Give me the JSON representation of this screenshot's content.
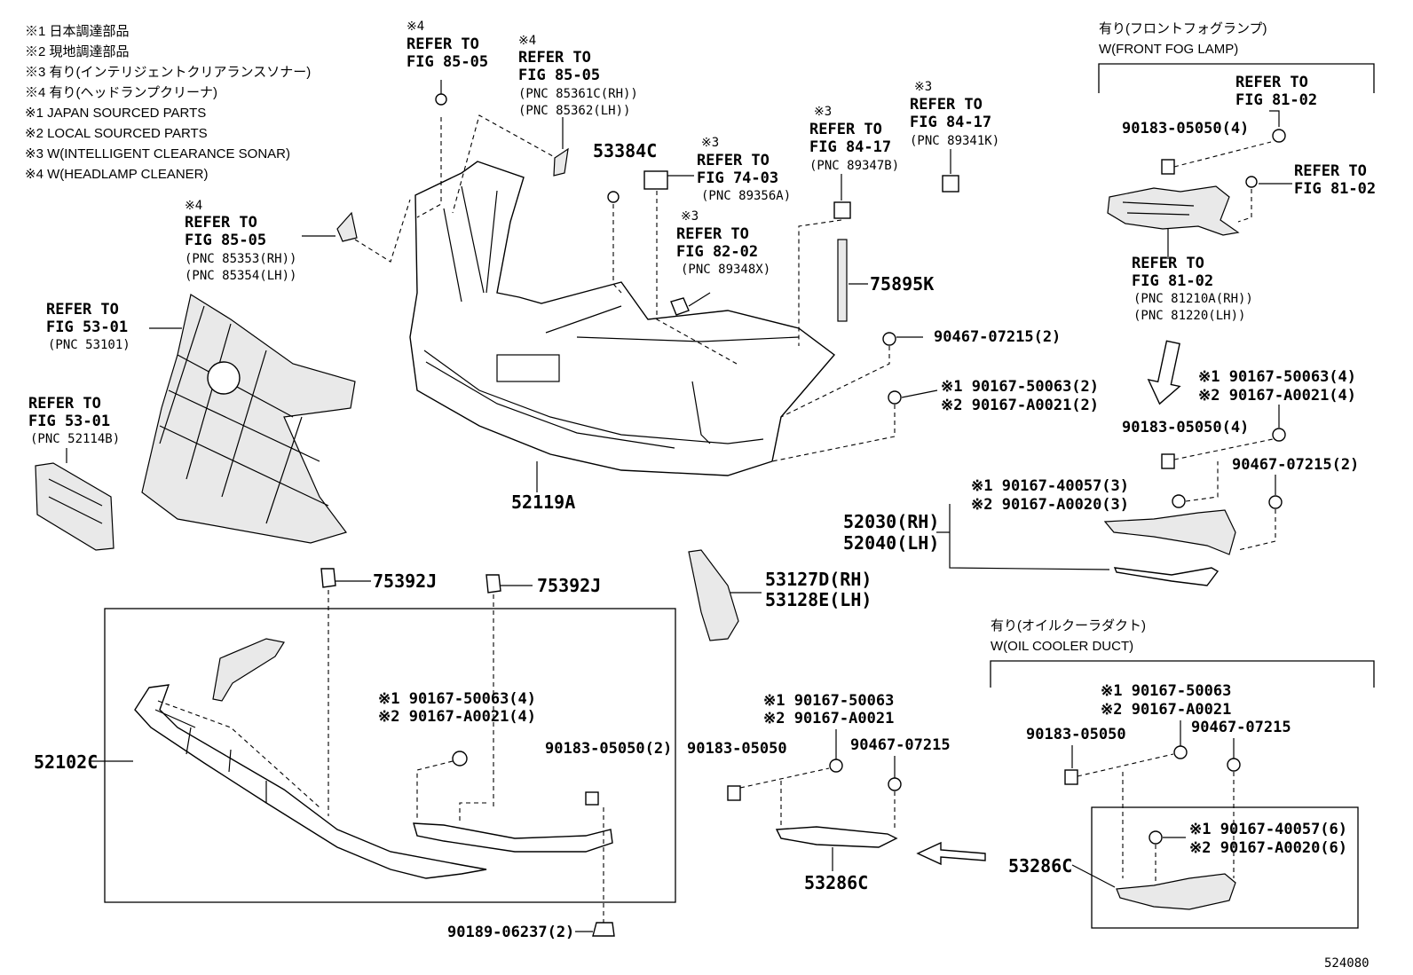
{
  "legend": [
    "※1 日本調達部品",
    "※2 現地調達部品",
    "※3 有り(インテリジェントクリアランスソナー)",
    "※4 有り(ヘッドランプクリーナ)",
    "※1 JAPAN SOURCED PARTS",
    "※2 LOCAL SOURCED PARTS",
    "※3 W(INTELLIGENT CLEARANCE SONAR)",
    "※4 W(HEADLAMP CLEANER)"
  ],
  "fog_lamp_header": {
    "jp": "有り(フロントフォグランプ)",
    "en": "W(FRONT FOG LAMP)"
  },
  "oil_cooler_header": {
    "jp": "有り(オイルクーラダクト)",
    "en": "W(OIL COOLER DUCT)"
  },
  "refs": {
    "r1": [
      "※4",
      "REFER TO",
      "FIG 85-05"
    ],
    "r2": [
      "※4",
      "REFER TO",
      "FIG 85-05",
      "(PNC 85361C(RH))",
      "(PNC 85362(LH))"
    ],
    "r3": [
      "※4",
      "REFER TO",
      "FIG 85-05",
      "(PNC 85353(RH))",
      "(PNC 85354(LH))"
    ],
    "r4": [
      "REFER TO",
      "FIG 53-01",
      "(PNC 53101)"
    ],
    "r5": [
      "REFER TO",
      "FIG 53-01",
      "(PNC 52114B)"
    ],
    "r6": [
      "※3",
      "REFER TO",
      "FIG 74-03",
      "(PNC 89356A)"
    ],
    "r7": [
      "※3",
      "REFER TO",
      "FIG 82-02",
      "(PNC 89348X)"
    ],
    "r8": [
      "※3",
      "REFER TO",
      "FIG 84-17",
      "(PNC 89347B)"
    ],
    "r9": [
      "※3",
      "REFER TO",
      "FIG 84-17",
      "(PNC 89341K)"
    ],
    "r10": [
      "REFER TO",
      "FIG 81-02"
    ],
    "r11": [
      "REFER TO",
      "FIG 81-02"
    ],
    "r12": [
      "REFER TO",
      "FIG 81-02",
      "(PNC 81210A(RH))",
      "(PNC 81220(LH))"
    ]
  },
  "parts": {
    "p53384C": "53384C",
    "p75895K": "75895K",
    "p52119A": "52119A",
    "p90467_a": "90467-07215(2)",
    "p90167_a1": "※1 90167-50063(2)",
    "p90167_a2": "※2 90167-A0021(2)",
    "p90183_fog_top": "90183-05050(4)",
    "p90167_fog1": "※1 90167-50063(4)",
    "p90167_fog2": "※2 90167-A0021(4)",
    "p90183_fog2": "90183-05050(4)",
    "p90467_fog": "90467-07215(2)",
    "p90167_b1": "※1 90167-40057(3)",
    "p90167_b2": "※2 90167-A0020(3)",
    "p52030": "52030(RH)",
    "p52040": "52040(LH)",
    "p53127D": "53127D(RH)",
    "p53128E": "53128E(LH)",
    "p75392J_1": "75392J",
    "p75392J_2": "75392J",
    "p90167_c1": "※1 90167-50063(4)",
    "p90167_c2": "※2 90167-A0021(4)",
    "p90183_c": "90183-05050(2)",
    "p52102C": "52102C",
    "p90189": "90189-06237(2)",
    "p90167_d1": "※1 90167-50063",
    "p90167_d2": "※2 90167-A0021",
    "p90183_d": "90183-05050",
    "p90467_d": "90467-07215",
    "p53286C_a": "53286C",
    "p90167_e1": "※1 90167-50063",
    "p90167_e2": "※2 90167-A0021",
    "p90183_e": "90183-05050",
    "p90467_e": "90467-07215",
    "p90167_f1": "※1 90167-40057(6)",
    "p90167_f2": "※2 90167-A0020(6)",
    "p53286C_b": "53286C"
  },
  "figure_number": "524080"
}
